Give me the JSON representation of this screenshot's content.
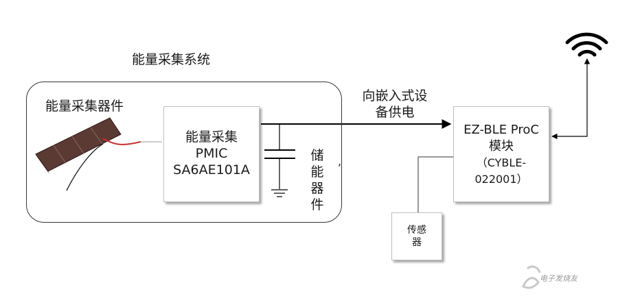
{
  "system_title": "能量采集系统",
  "harvester_label": "能量采集器件",
  "pmic": {
    "line1": "能量采集",
    "line2": "PMIC",
    "line3": "SA6AE101A"
  },
  "storage_chars": [
    "储",
    "能",
    "器",
    "件"
  ],
  "power_label": {
    "line1": "向嵌入式设",
    "line2": "备供电"
  },
  "ble_module": {
    "line1": "EZ-BLE ProC",
    "line2": "模块",
    "line3": "（CYBLE-",
    "line4": "022001）"
  },
  "sensor": {
    "line1": "传感",
    "line2": "器"
  },
  "stray_mark": ",",
  "watermark": "电子发烧友",
  "icons": [
    "solar-panel-icon",
    "capacitor-icon",
    "ground-icon",
    "wifi-icon",
    "arrow-icon"
  ]
}
